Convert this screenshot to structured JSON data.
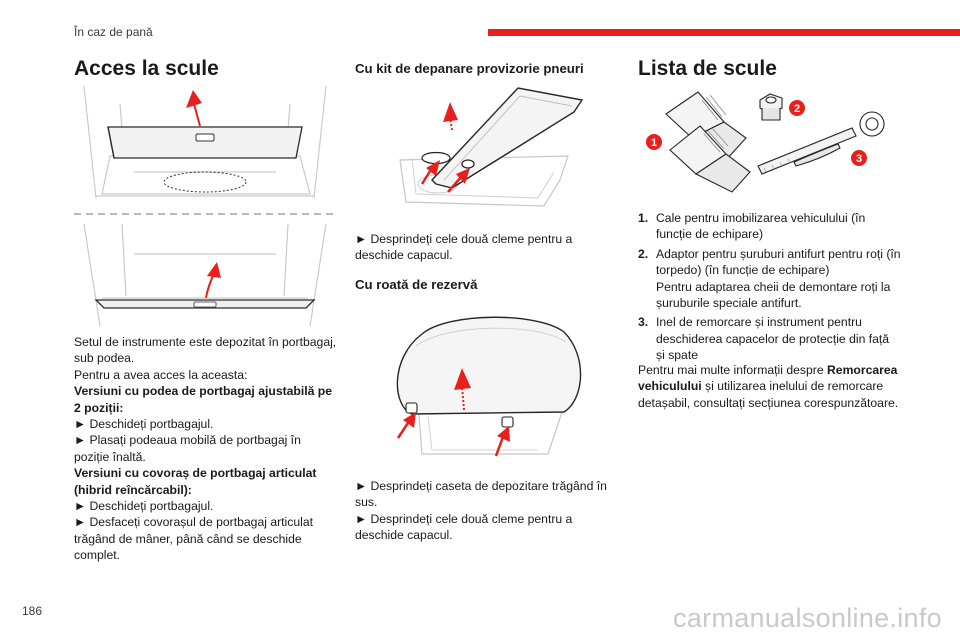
{
  "header": {
    "section": "În caz de pană",
    "accent_color": "#e8201d"
  },
  "page_number": "186",
  "watermark": "carmanualsonline.info",
  "col1": {
    "title": "Acces la scule",
    "lines": [
      {
        "t": "Setul de instrumente este depozitat în portbagaj,",
        "b": false
      },
      {
        "t": "sub podea.",
        "b": false
      },
      {
        "t": "Pentru a avea acces la aceasta:",
        "b": false
      },
      {
        "t": "Versiuni cu podea de portbagaj ajustabilă pe",
        "b": true
      },
      {
        "t": "2 poziții:",
        "b": true
      },
      {
        "t": "► Deschideți portbagajul.",
        "b": false
      },
      {
        "t": "► Plasați podeaua mobilă de portbagaj în",
        "b": false
      },
      {
        "t": "poziție înaltă.",
        "b": false
      },
      {
        "t": "Versiuni cu covoraș de portbagaj articulat",
        "b": true
      },
      {
        "t": "(hibrid reîncărcabil):",
        "b": true
      },
      {
        "t": "► Deschideți portbagajul.",
        "b": false
      },
      {
        "t": "► Desfaceți covorașul de portbagaj articulat",
        "b": false
      },
      {
        "t": "trăgând de mâner, până când se deschide",
        "b": false
      },
      {
        "t": "complet.",
        "b": false
      }
    ]
  },
  "col2": {
    "title_kit": "Cu kit de depanare provizorie pneuri",
    "kit_lines": [
      "► Desprindeți cele două cleme pentru a",
      "deschide capacul."
    ],
    "title_spare": "Cu roată de rezervă",
    "spare_lines": [
      "► Desprindeți caseta de depozitare trăgând în",
      "sus.",
      "► Desprindeți cele două cleme pentru a",
      "deschide capacul."
    ]
  },
  "col3": {
    "title": "Lista de scule",
    "callouts": [
      "1",
      "2",
      "3"
    ],
    "items": [
      {
        "num": "1.",
        "lines": [
          "Cale pentru imobilizarea vehiculului (în",
          "funcție de echipare)"
        ]
      },
      {
        "num": "2.",
        "lines": [
          "Adaptor pentru șuruburi antifurt pentru roți (în",
          "torpedo) (în funcție de echipare)",
          "Pentru adaptarea cheii de demontare roți la",
          "șuruburile speciale antifurt."
        ]
      },
      {
        "num": "3.",
        "lines": [
          "Inel de remorcare și instrument pentru",
          "deschiderea capacelor de protecție din față",
          "și spate"
        ]
      }
    ],
    "more_info": {
      "l1_pre": "Pentru mai multe informații despre ",
      "l1_bold": "Remorcarea",
      "l2_bold": "vehiculului",
      "l2_post": " și utilizarea inelului de remorcare",
      "l3": "detașabil, consultați secțiunea corespunzătoare."
    }
  }
}
